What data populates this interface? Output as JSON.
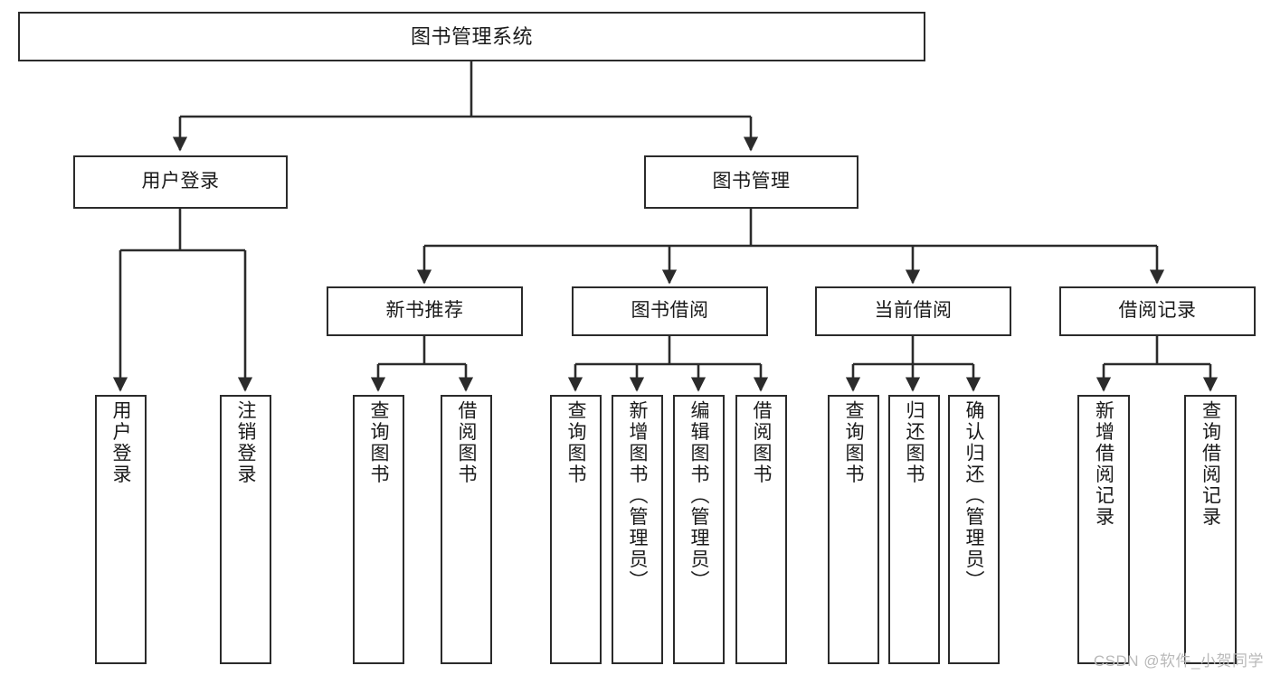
{
  "diagram": {
    "title": "图书管理系统",
    "type": "tree-hierarchy",
    "watermark": "CSDN @软件_小贺同学",
    "colors": {
      "stroke": "#2b2b2b",
      "fill": "#ffffff",
      "text": "#1a1a1a",
      "watermark": "#b9b9b9"
    },
    "levels": {
      "root": {
        "label": "图书管理系统"
      },
      "level2": [
        {
          "id": "user-login",
          "label": "用户登录"
        },
        {
          "id": "book-manage",
          "label": "图书管理"
        }
      ],
      "level3": [
        {
          "id": "new-book-rec",
          "label": "新书推荐",
          "parent": "book-manage"
        },
        {
          "id": "book-borrow",
          "label": "图书借阅",
          "parent": "book-manage"
        },
        {
          "id": "current-borrow",
          "label": "当前借阅",
          "parent": "book-manage"
        },
        {
          "id": "borrow-record",
          "label": "借阅记录",
          "parent": "book-manage"
        }
      ],
      "leaves": [
        {
          "id": "leaf-user-login",
          "label": "用户登录",
          "parent": "user-login"
        },
        {
          "id": "leaf-logout",
          "label": "注销登录",
          "parent": "user-login"
        },
        {
          "id": "leaf-query-book-1",
          "label": "查询图书",
          "parent": "new-book-rec"
        },
        {
          "id": "leaf-borrow-book-1",
          "label": "借阅图书",
          "parent": "new-book-rec"
        },
        {
          "id": "leaf-query-book-2",
          "label": "查询图书",
          "parent": "book-borrow"
        },
        {
          "id": "leaf-add-book",
          "label": "新增图书（管理员）",
          "parent": "book-borrow"
        },
        {
          "id": "leaf-edit-book",
          "label": "编辑图书（管理员）",
          "parent": "book-borrow"
        },
        {
          "id": "leaf-borrow-book-2",
          "label": "借阅图书",
          "parent": "book-borrow"
        },
        {
          "id": "leaf-query-book-3",
          "label": "查询图书",
          "parent": "current-borrow"
        },
        {
          "id": "leaf-return-book",
          "label": "归还图书",
          "parent": "current-borrow"
        },
        {
          "id": "leaf-confirm-return",
          "label": "确认归还（管理员）",
          "parent": "current-borrow"
        },
        {
          "id": "leaf-add-record",
          "label": "新增借阅记录",
          "parent": "borrow-record"
        },
        {
          "id": "leaf-query-record",
          "label": "查询借阅记录",
          "parent": "borrow-record"
        }
      ]
    }
  }
}
